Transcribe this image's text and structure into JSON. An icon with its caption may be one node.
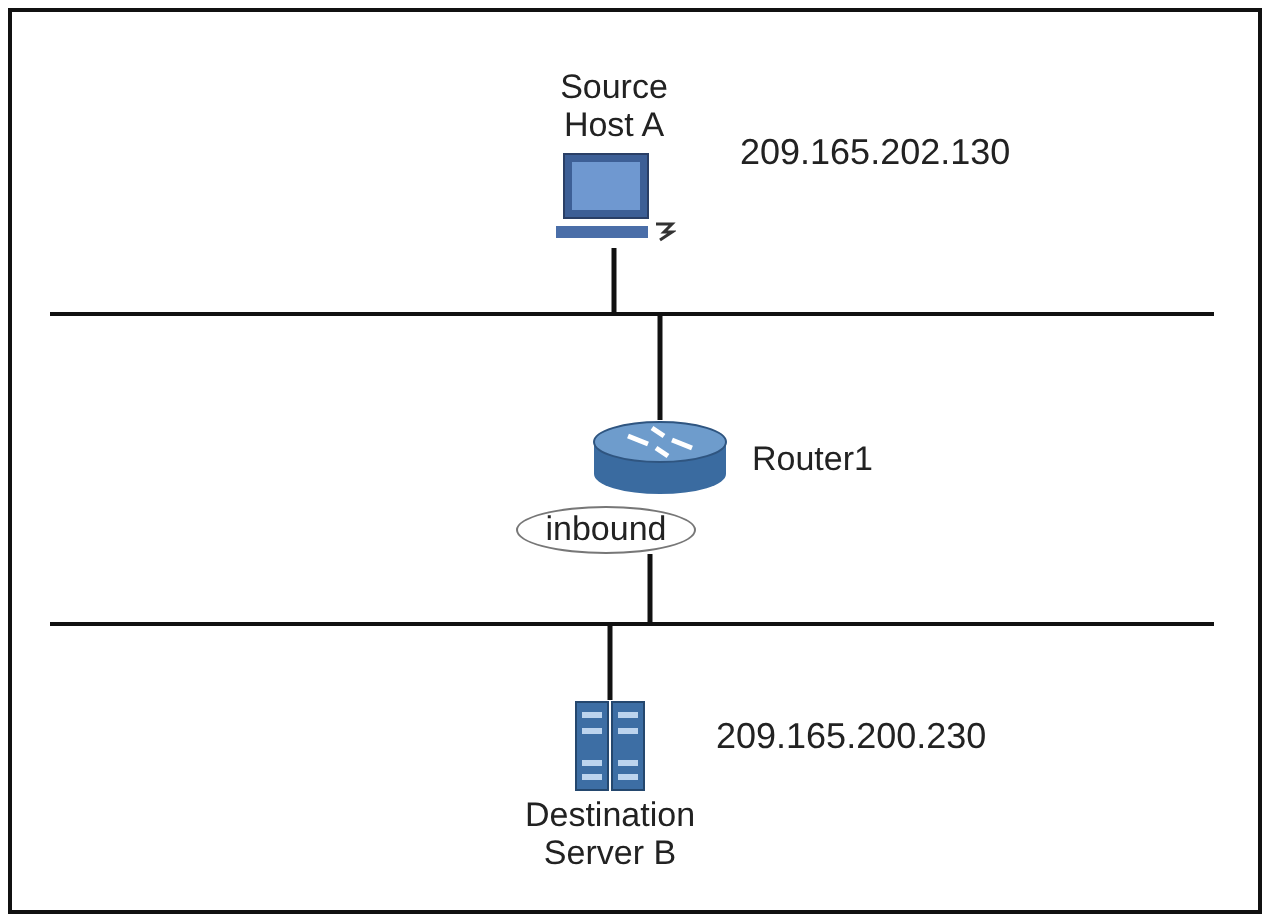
{
  "diagram": {
    "nodes": [
      {
        "text": [
          "Source Host A"
        ],
        "beside": [
          "209.165.202.130"
        ]
      },
      {
        "text": [],
        "shape": "bar"
      },
      {
        "text": [
          "Router1"
        ]
      },
      {
        "text": [
          "inbound"
        ]
      },
      {
        "text": [],
        "shape": "bar"
      },
      {
        "text": [
          "Destination Server B"
        ],
        "beside": [
          "209.165.200.230"
        ]
      }
    ],
    "edges": [
      {
        "from": 0,
        "to": 1,
        "arrow": "none"
      },
      {
        "from": 1,
        "to": 2,
        "arrow": "none"
      },
      {
        "from": 3,
        "to": 4,
        "arrow": "none"
      },
      {
        "from": 4,
        "to": 5,
        "arrow": "none"
      }
    ]
  }
}
